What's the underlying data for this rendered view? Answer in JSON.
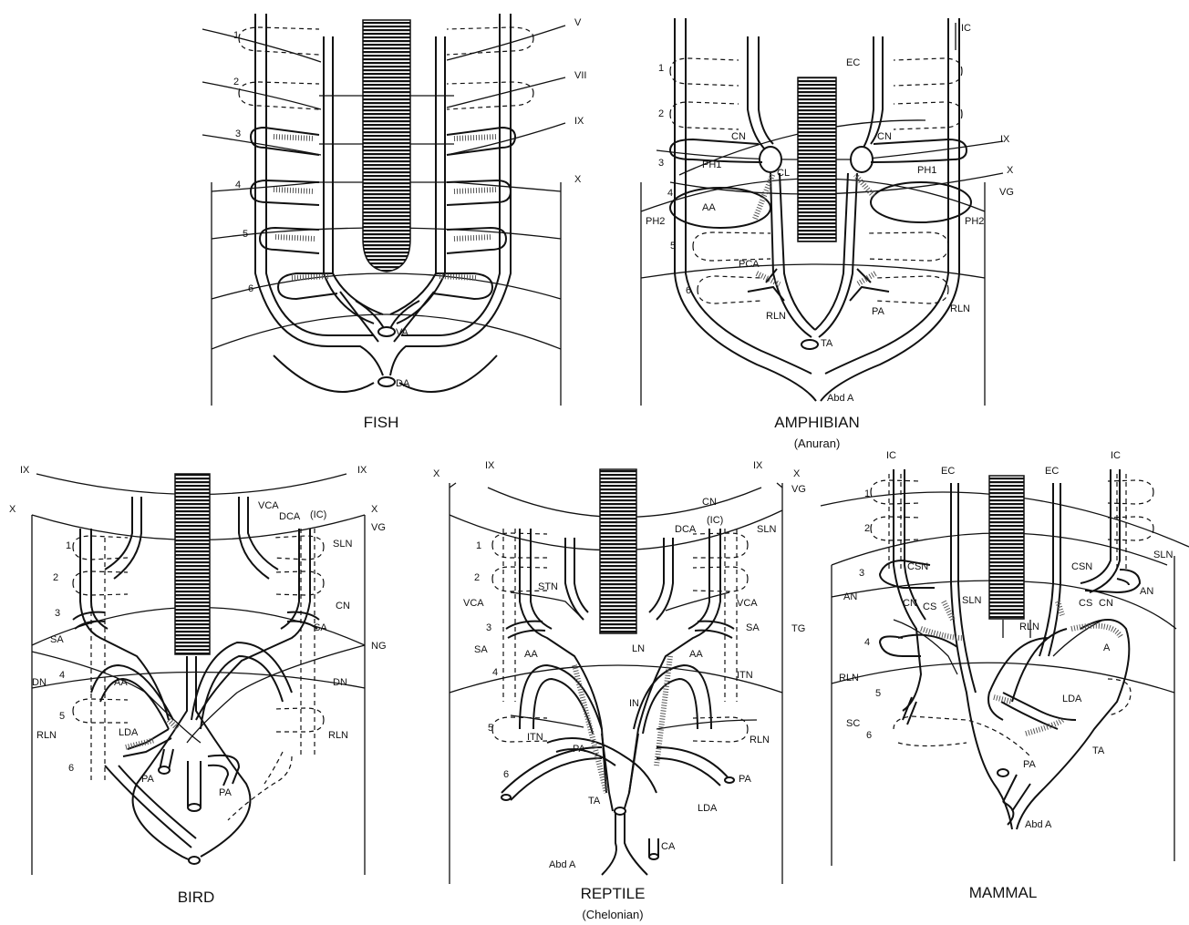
{
  "captions": {
    "fish": "FISH",
    "amphibian": "AMPHIBIAN",
    "amphibian_sub": "(Anuran)",
    "bird": "BIRD",
    "reptile": "REPTILE",
    "reptile_sub": "(Chelonian)",
    "mammal": "MAMMAL"
  },
  "fish": {
    "arches": [
      "1",
      "2",
      "3",
      "4",
      "5",
      "6"
    ],
    "nerves": [
      "V",
      "VII",
      "IX",
      "X"
    ],
    "vessels": {
      "va": "VA",
      "da": "DA"
    }
  },
  "amphibian": {
    "arches": [
      "1",
      "2",
      "3",
      "4",
      "5",
      "6"
    ],
    "labels": {
      "ic": "IC",
      "ec": "EC",
      "cn_l": "CN",
      "cn_r": "CN",
      "ix": "IX",
      "x": "X",
      "vg": "VG",
      "ph1_l": "PH1",
      "ph1_r": "PH1",
      "cl": "CL",
      "ph2_l": "PH2",
      "ph2_r": "PH2",
      "aa": "AA",
      "pca": "PCA",
      "rln_l": "RLN",
      "rln_r": "RLN",
      "pa": "PA",
      "ta": "TA",
      "abd": "Abd A"
    }
  },
  "bird": {
    "arches": [
      "1",
      "2",
      "3",
      "4",
      "5",
      "6"
    ],
    "labels": {
      "ix_l": "IX",
      "ix_r": "IX",
      "x_l": "X",
      "x_r": "X",
      "vca": "VCA",
      "dca": "DCA",
      "ic": "(IC)",
      "vg": "VG",
      "sln": "SLN",
      "cn": "CN",
      "sa_l": "SA",
      "sa_r": "SA",
      "ng": "NG",
      "dn_l": "DN",
      "dn_r": "DN",
      "aa": "AA",
      "rln_l": "RLN",
      "rln_r": "RLN",
      "lda": "LDA",
      "pa_l": "PA",
      "pa_r": "PA"
    }
  },
  "reptile": {
    "arches": [
      "1",
      "2",
      "3",
      "4",
      "5",
      "6"
    ],
    "labels": {
      "x_l": "X",
      "ix_l": "IX",
      "ix_r": "IX",
      "x_r": "X",
      "vg": "VG",
      "cn": "CN",
      "dca": "DCA",
      "ic": "(IC)",
      "sln": "SLN",
      "vca_l": "VCA",
      "vca_r": "VCA",
      "stn": "STN",
      "sa_l": "SA",
      "sa_r": "SA",
      "tg": "TG",
      "aa_l": "AA",
      "aa_r": "AA",
      "ln": "LN",
      "itn_r": "ITN",
      "in": "IN",
      "itn_l": "ITN",
      "rln": "RLN",
      "pa_l": "PA",
      "pa_r": "PA",
      "ta": "TA",
      "lda": "LDA",
      "abd": "Abd A",
      "ca": "CA"
    }
  },
  "mammal": {
    "arches": [
      "1",
      "2",
      "3",
      "4",
      "5",
      "6"
    ],
    "labels": {
      "ic_l": "IC",
      "ec_l": "EC",
      "ec_r": "EC",
      "ic_r": "IC",
      "sln_r": "SLN",
      "csn_l": "CSN",
      "csn_r": "CSN",
      "an_l": "AN",
      "an_r": "AN",
      "cn_l": "CN",
      "cs_l": "CS",
      "sln_m": "SLN",
      "cs_r": "CS",
      "cn_r": "CN",
      "rln_m": "RLN",
      "a": "A",
      "rln_l": "RLN",
      "lda": "LDA",
      "sc": "SC",
      "ta": "TA",
      "pa": "PA",
      "abd": "Abd A"
    }
  }
}
